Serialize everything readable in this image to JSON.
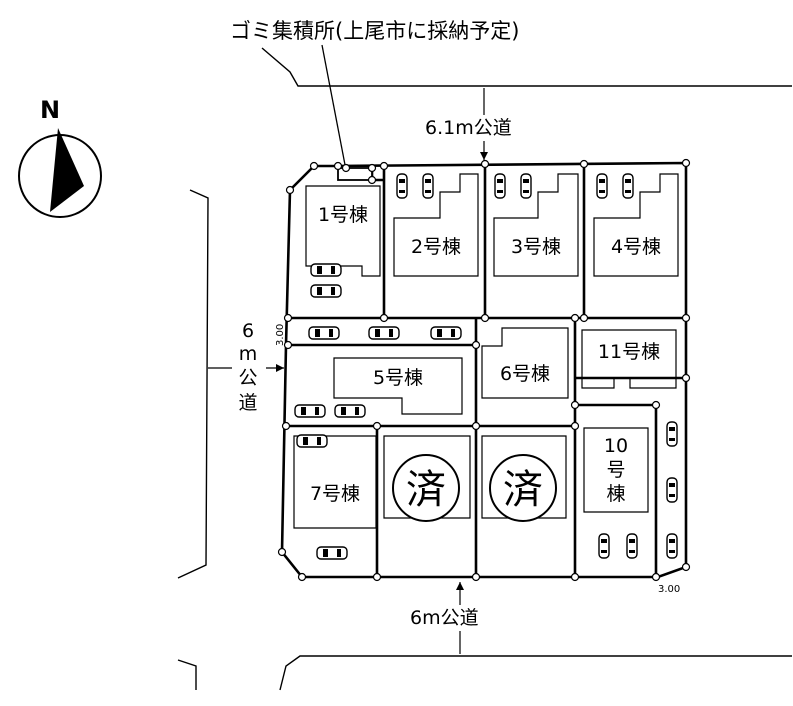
{
  "header": {
    "garbage_label": "ゴミ集積所(上尾市に採納予定)"
  },
  "compass": {
    "north_label": "N"
  },
  "roads": {
    "north": "6.1m公道",
    "south": "6m公道",
    "west_lines": [
      "6",
      "m",
      "公",
      "道"
    ]
  },
  "dimensions": {
    "left_setback": "3.00",
    "right_setback": "3.00"
  },
  "lots": [
    {
      "id": "1",
      "label": "1号棟"
    },
    {
      "id": "2",
      "label": "2号棟"
    },
    {
      "id": "3",
      "label": "3号棟"
    },
    {
      "id": "4",
      "label": "4号棟"
    },
    {
      "id": "5",
      "label": "5号棟"
    },
    {
      "id": "6",
      "label": "6号棟"
    },
    {
      "id": "7",
      "label": "7号棟"
    },
    {
      "id": "11",
      "label": "11号棟"
    },
    {
      "id": "10",
      "label_lines": [
        "10",
        "号",
        "棟"
      ]
    }
  ],
  "sold_mark": "済"
}
